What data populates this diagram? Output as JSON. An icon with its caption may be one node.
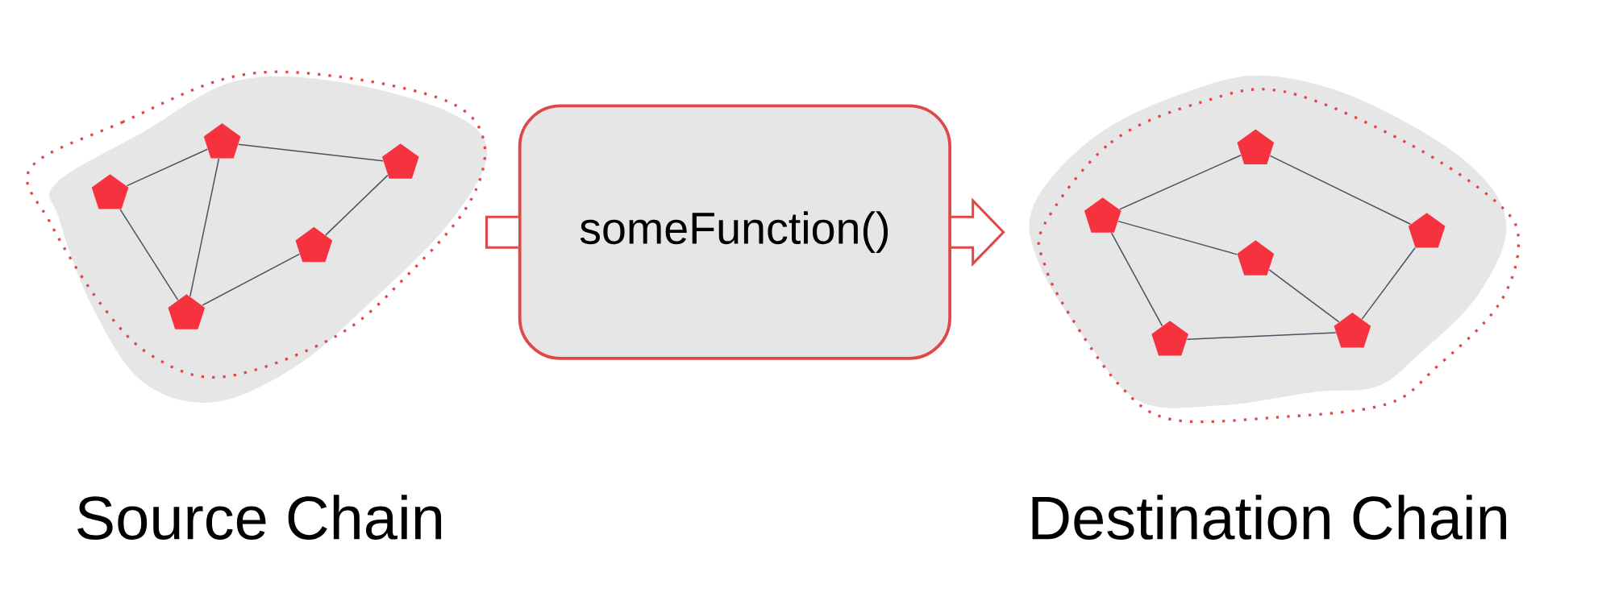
{
  "diagram": {
    "nodes": [
      {
        "text": [
          "Source Chain"
        ]
      },
      {
        "text": [],
        "shape": "pentagon",
        "in": 0
      },
      {
        "text": [],
        "shape": "pentagon",
        "in": 0
      },
      {
        "text": [],
        "shape": "pentagon",
        "in": 0
      },
      {
        "text": [],
        "shape": "pentagon",
        "in": 0
      },
      {
        "text": [],
        "shape": "pentagon",
        "in": 0
      },
      {
        "text": [
          "someFunction()"
        ]
      },
      {
        "text": [
          "Destination Chain"
        ]
      },
      {
        "text": [],
        "shape": "pentagon",
        "in": 7
      },
      {
        "text": [],
        "shape": "pentagon",
        "in": 7
      },
      {
        "text": [],
        "shape": "pentagon",
        "in": 7
      },
      {
        "text": [],
        "shape": "pentagon",
        "in": 7
      },
      {
        "text": [],
        "shape": "pentagon",
        "in": 7
      },
      {
        "text": [],
        "shape": "pentagon",
        "in": 7
      }
    ],
    "edges": [
      {
        "from": 0,
        "to": 6,
        "arrow": "none",
        "color": "#e04848"
      },
      {
        "from": 6,
        "to": 7,
        "arrow": "to",
        "color": "#e04848"
      },
      {
        "from": 3,
        "to": 1,
        "arrow": "none"
      },
      {
        "from": 1,
        "to": 2,
        "arrow": "none"
      },
      {
        "from": 3,
        "to": 5,
        "arrow": "none"
      },
      {
        "from": 1,
        "to": 5,
        "arrow": "none"
      },
      {
        "from": 5,
        "to": 4,
        "arrow": "none"
      },
      {
        "from": 4,
        "to": 2,
        "arrow": "none"
      },
      {
        "from": 8,
        "to": 9,
        "arrow": "none"
      },
      {
        "from": 8,
        "to": 10,
        "arrow": "none"
      },
      {
        "from": 9,
        "to": 11,
        "arrow": "none"
      },
      {
        "from": 9,
        "to": 13,
        "arrow": "none"
      },
      {
        "from": 11,
        "to": 12,
        "arrow": "none"
      },
      {
        "from": 13,
        "to": 12,
        "arrow": "none"
      },
      {
        "from": 12,
        "to": 10,
        "arrow": "none"
      }
    ]
  }
}
